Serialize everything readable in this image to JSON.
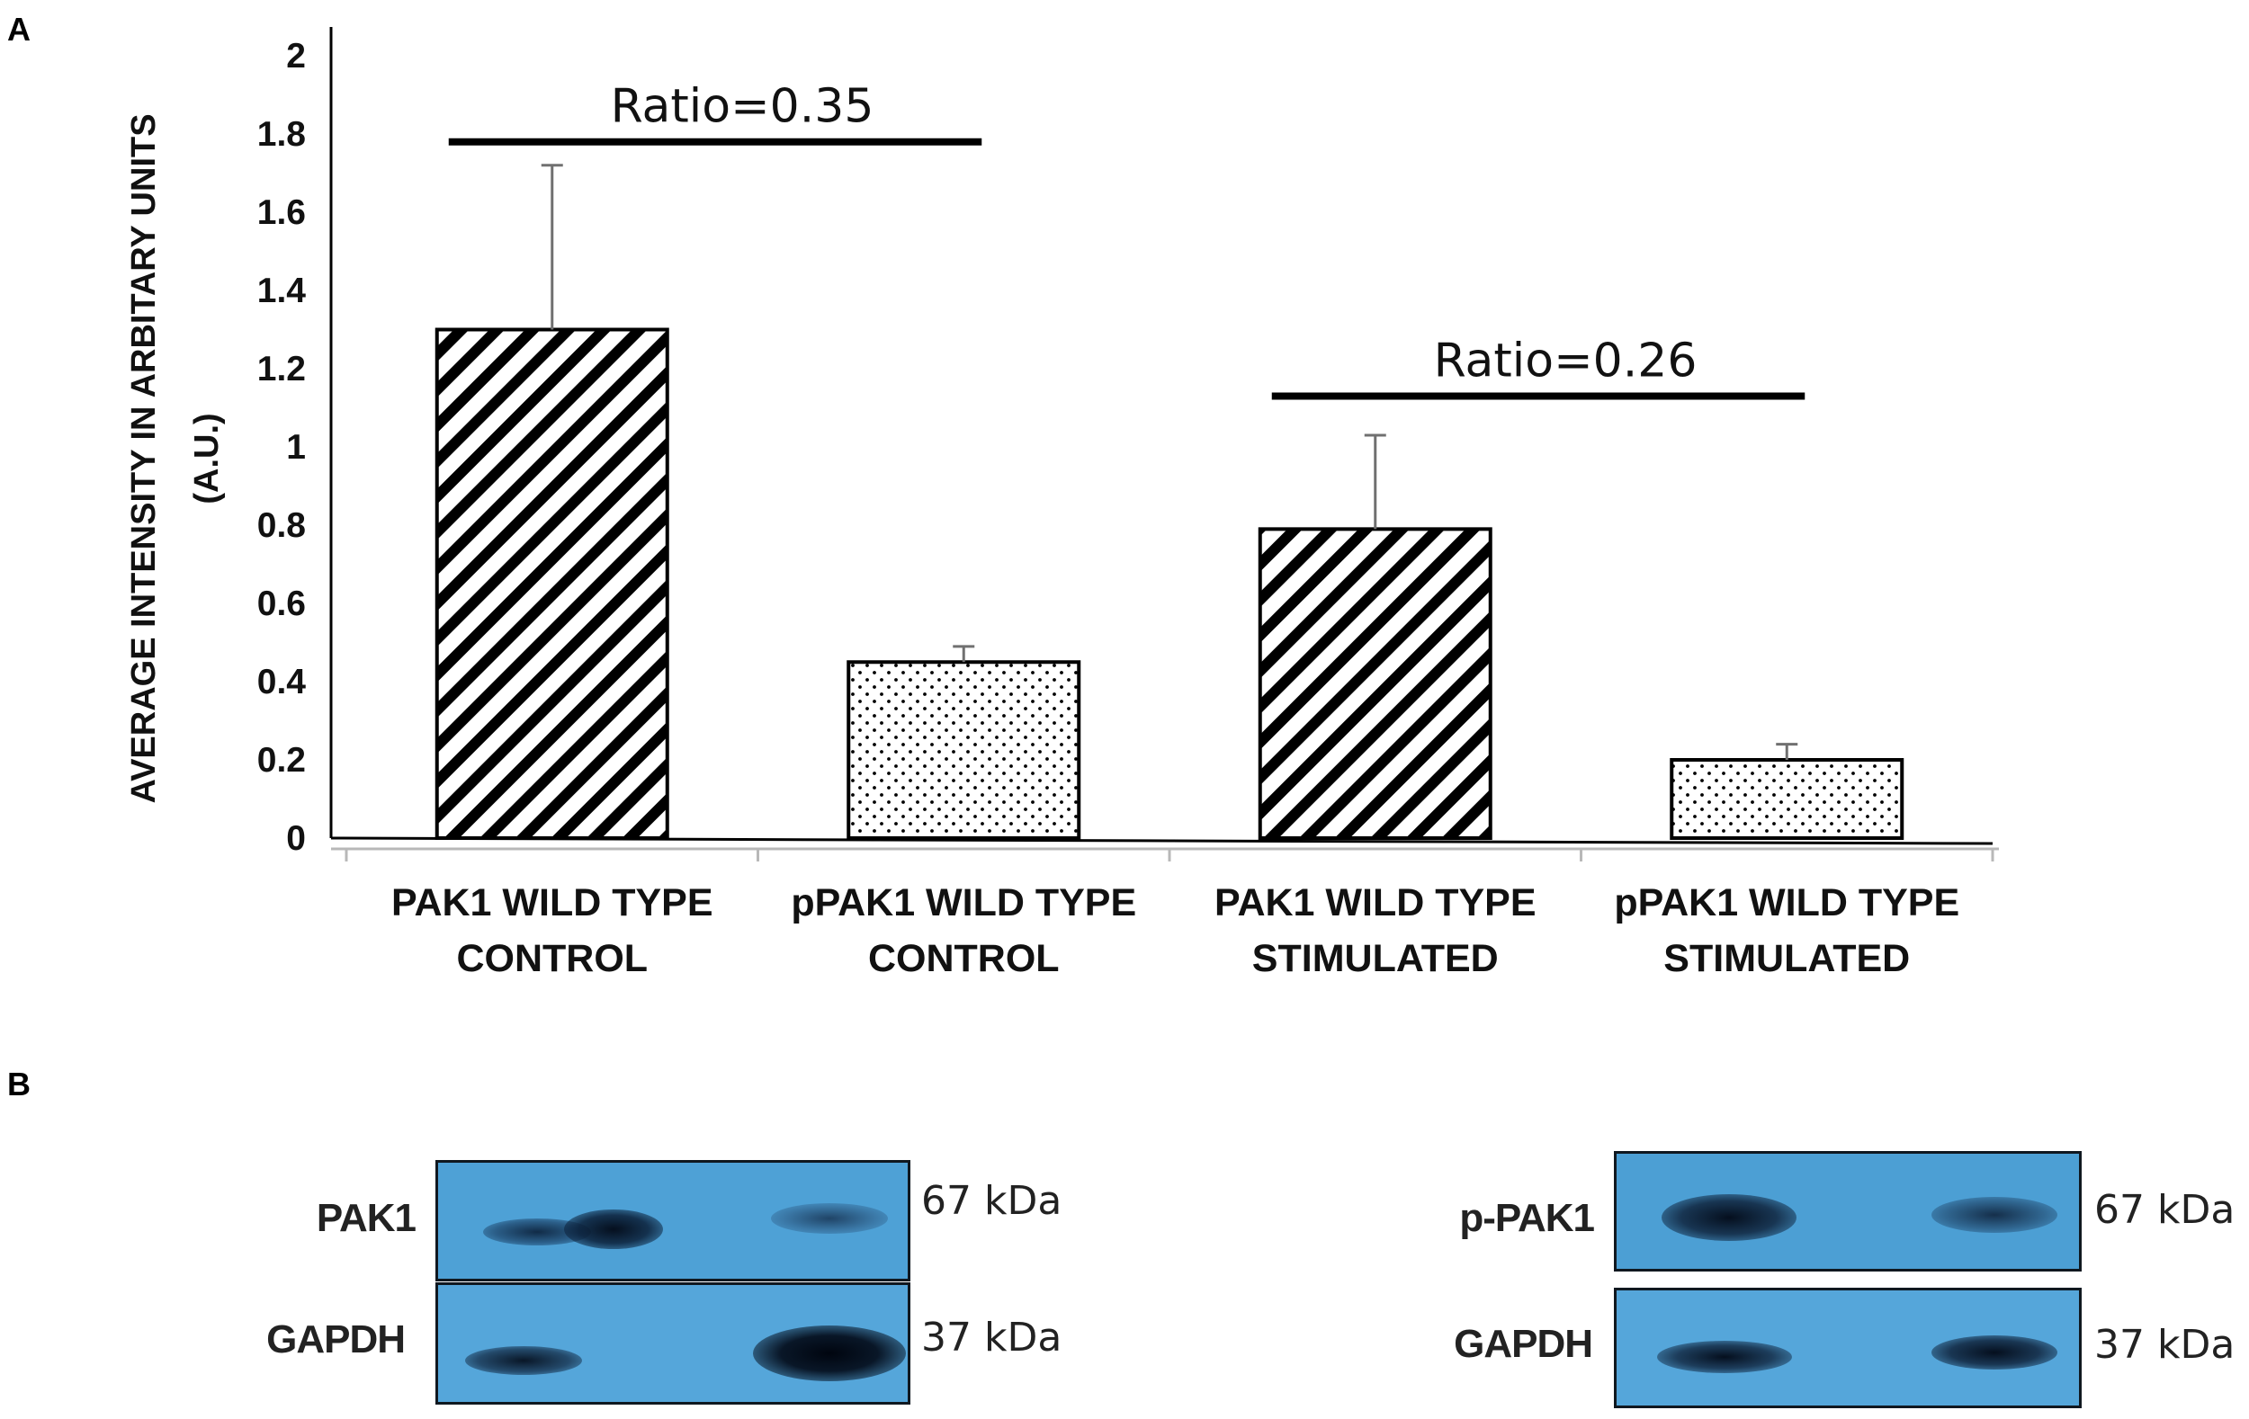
{
  "panels": {
    "a": "A",
    "b": "B"
  },
  "chart_data": {
    "type": "bar",
    "categories": [
      [
        "PAK1 WILD TYPE",
        "CONTROL"
      ],
      [
        "pPAK1 WILD TYPE",
        "CONTROL"
      ],
      [
        "PAK1 WILD TYPE",
        "STIMULATED"
      ],
      [
        "pPAK1 WILD TYPE",
        "STIMULATED"
      ]
    ],
    "values": [
      1.3,
      0.45,
      0.79,
      0.2
    ],
    "errors": [
      0.42,
      0.04,
      0.24,
      0.04
    ],
    "patterns": [
      "hatch",
      "dots",
      "hatch",
      "dots"
    ],
    "ylabel": [
      "AVERAGE INTENSITY IN ARBITARY UNITS",
      "(A.U.)"
    ],
    "ylim": [
      0,
      2
    ],
    "yticks": [
      "0",
      "0.2",
      "0.4",
      "0.6",
      "0.8",
      "1",
      "1.2",
      "1.4",
      "1.6",
      "1.8",
      "2"
    ],
    "grid": false,
    "annotations": [
      {
        "text": "Ratio=0.35",
        "from": 0,
        "to": 1,
        "level": 1.78
      },
      {
        "text": "Ratio=0.26",
        "from": 2,
        "to": 3,
        "level": 1.13
      }
    ]
  },
  "blots": [
    {
      "rows": [
        {
          "label": "PAK1",
          "kda": "67 kDa"
        },
        {
          "label": "GAPDH",
          "kda": "37 kDa"
        }
      ]
    },
    {
      "rows": [
        {
          "label": "p-PAK1",
          "kda": "67 kDa"
        },
        {
          "label": "GAPDH",
          "kda": "37 kDa"
        }
      ]
    }
  ],
  "colors": {
    "bar_stroke": "#000000",
    "axis": "#000000",
    "error_bar": "#707070",
    "blot_bg": "#4fa3d8"
  }
}
